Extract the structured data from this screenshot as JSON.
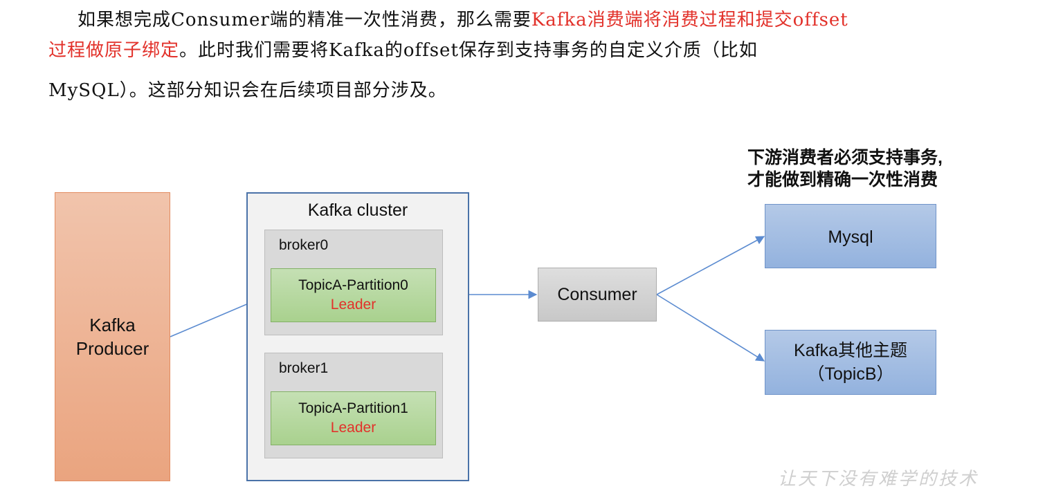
{
  "paragraph": {
    "line1_prefix": "如果想完成Consumer端的精准一次性消费，那么需要",
    "line1_red": "Kafka消费端将消费过程和提交offset",
    "line2_red": "过程做原子绑定",
    "line2_rest": "。此时我们需要将Kafka的offset保存到支持事务的自定义介质（比如",
    "line3": "MySQL）。这部分知识会在后续项目部分涉及。"
  },
  "diagram": {
    "producer": {
      "line1": "Kafka",
      "line2": "Producer"
    },
    "cluster": {
      "title": "Kafka cluster",
      "brokers": [
        {
          "label": "broker0",
          "partition": "TopicA-Partition0",
          "role": "Leader"
        },
        {
          "label": "broker1",
          "partition": "TopicA-Partition1",
          "role": "Leader"
        }
      ]
    },
    "consumer": "Consumer",
    "note": {
      "line1": "下游消费者必须支持事务,",
      "line2": "才能做到精确一次性消费"
    },
    "targets": {
      "mysql": "Mysql",
      "topic_line1": "Kafka其他主题",
      "topic_line2": "（TopicB）"
    },
    "colors": {
      "accent_red": "#e2312a",
      "producer": "#eaa47f",
      "partition": "#a9d18e",
      "target": "#93b2de",
      "arrow": "#5b8bd0"
    }
  },
  "watermark": "让天下没有难学的技术"
}
